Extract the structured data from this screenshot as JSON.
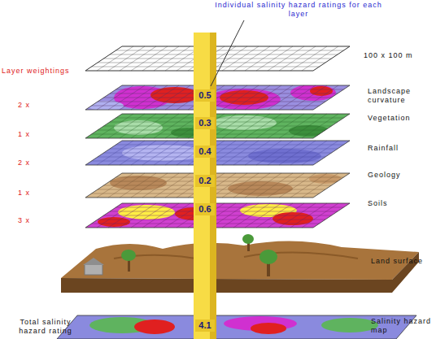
{
  "diagram": {
    "labels": [
      "Individual salinity hazard ratings for each layer",
      "100 x 100 m",
      "Layer weightings",
      "2 x",
      "0.5",
      "Landscape curvature",
      "1 x",
      "0.3",
      "Vegetation",
      "2 x",
      "0.4",
      "Rainfall",
      "1 x",
      "0.2",
      "Geology",
      "3 x",
      "0.6",
      "Soils",
      "Land surface",
      "Total salinity hazard rating",
      "4.1",
      "Salinity hazard map"
    ]
  }
}
